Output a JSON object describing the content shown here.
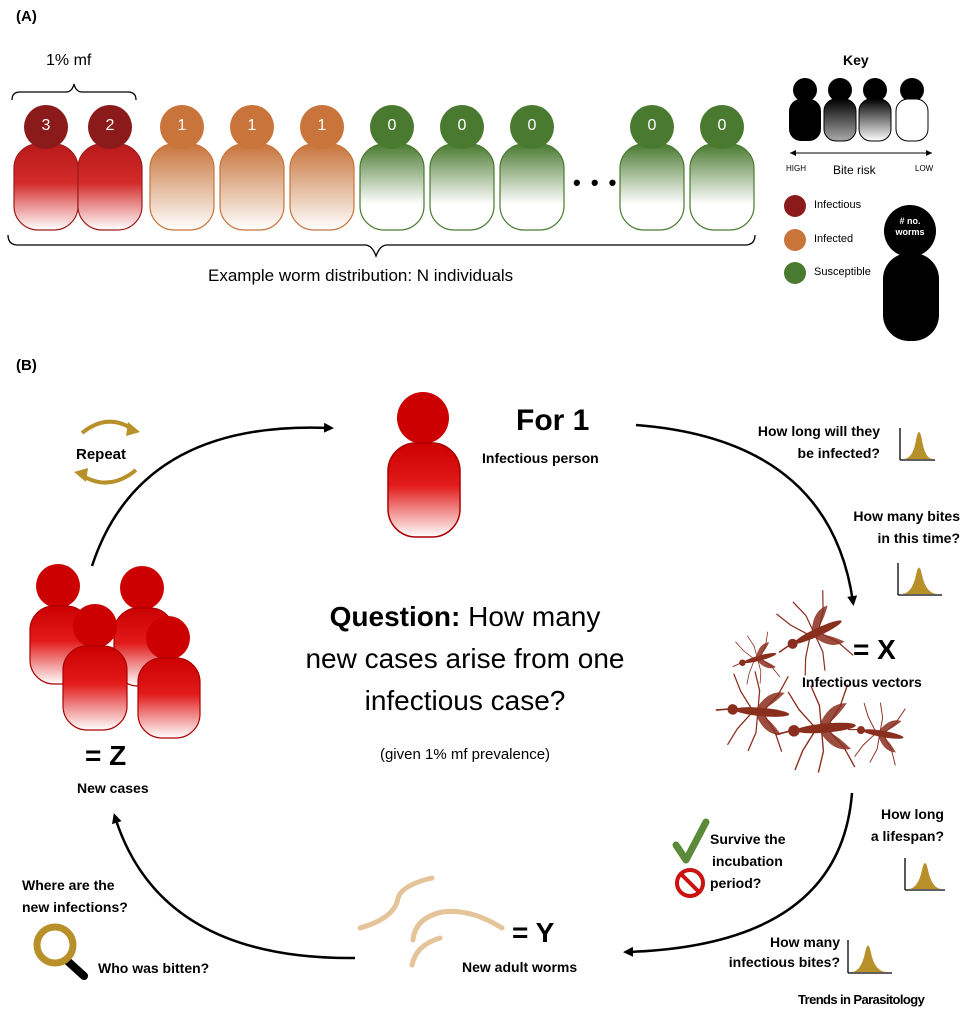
{
  "panel_a": {
    "label": "(A)",
    "brace_label": "1% mf",
    "worm_counts": [
      "3",
      "2",
      "1",
      "1",
      "1",
      "0",
      "0",
      "0",
      "0",
      "0"
    ],
    "ellipsis": "• • •",
    "distribution_caption": "Example worm distribution: N individuals",
    "key": {
      "title": "Key",
      "bite_risk_high": "HIGH",
      "bite_risk_label": "Bite risk",
      "bite_risk_low": "LOW",
      "legend": [
        {
          "label": "Infectious",
          "color": "#8b1a1a"
        },
        {
          "label": "Infected",
          "color": "#c8743a"
        },
        {
          "label": "Susceptible",
          "color": "#4a7a30"
        }
      ],
      "worm_badge_line1": "# no.",
      "worm_badge_line2": "worms"
    }
  },
  "panel_b": {
    "label": "(B)",
    "repeat": "Repeat",
    "for1_title": "For 1",
    "for1_sub": "Infectious person",
    "q_duration_1": "How long will they",
    "q_duration_2": "be infected?",
    "q_bites_1": "How many bites",
    "q_bites_2": "in this time?",
    "eq_x": "= X",
    "vectors_label": "Infectious vectors",
    "q_lifespan_1": "How long",
    "q_lifespan_2": "a lifespan?",
    "survive_1": "Survive the",
    "survive_2": "incubation",
    "survive_3": "period?",
    "q_inf_bites_1": "How many",
    "q_inf_bites_2": "infectious bites?",
    "eq_y": "= Y",
    "worms_label": "New adult worms",
    "q_where_1": "Where are the",
    "q_where_2": "new infections?",
    "who_bitten": "Who was bitten?",
    "eq_z": "= Z",
    "new_cases_label": "New cases",
    "question_bold": "Question:",
    "question_line1_rest": " How many",
    "question_line2": "new cases arise from one",
    "question_line3": "infectious case?",
    "question_note": "(given 1% mf prevalence)"
  },
  "credit": "Trends in Parasitology",
  "colors": {
    "infectious": "#8b1a1a",
    "infected": "#c8743a",
    "susceptible": "#4a7a30",
    "red_person": "#cc1111",
    "gold": "#b8902a",
    "worm": "#e6c49a",
    "mosquito": "#8a2e1e"
  }
}
